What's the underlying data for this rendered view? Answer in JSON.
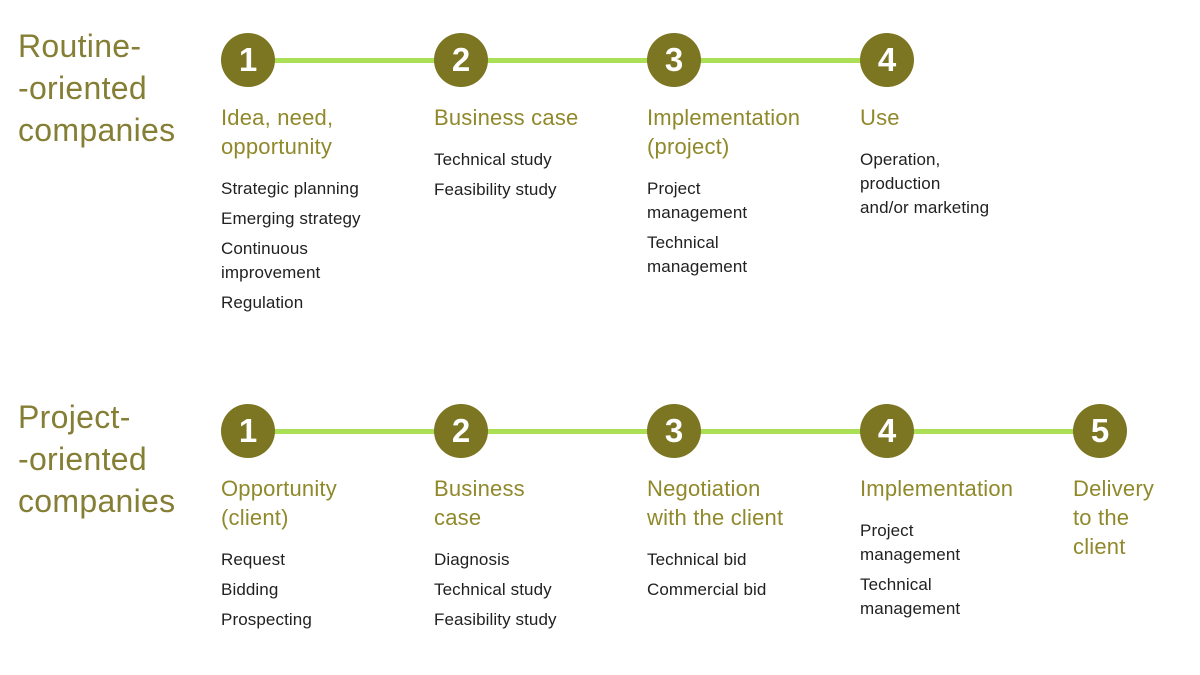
{
  "palette": {
    "circle": "#7c7522",
    "line": "#abdf56",
    "heading": "#90892b",
    "label": "#857e35",
    "item": "#212121",
    "number": "#ffffff",
    "bg": "#ffffff"
  },
  "rows": [
    {
      "label": "Routine-\n-oriented\ncompanies",
      "steps": [
        {
          "number": "1",
          "title": "Idea, need,\nopportunity",
          "items": [
            "Strategic planning",
            "Emerging strategy",
            "Continuous\nimprovement",
            "Regulation"
          ]
        },
        {
          "number": "2",
          "title": "Business case",
          "items": [
            "Technical study",
            "Feasibility study"
          ]
        },
        {
          "number": "3",
          "title": "Implementation\n(project)",
          "items": [
            "Project\nmanagement",
            "Technical\nmanagement"
          ]
        },
        {
          "number": "4",
          "title": "Use",
          "items": [
            "Operation,\nproduction\nand/or marketing"
          ]
        }
      ]
    },
    {
      "label": "Project-\n-oriented\ncompanies",
      "steps": [
        {
          "number": "1",
          "title": "Opportunity\n(client)",
          "items": [
            "Request",
            "Bidding",
            "Prospecting"
          ]
        },
        {
          "number": "2",
          "title": "Business\ncase",
          "items": [
            "Diagnosis",
            "Technical study",
            "Feasibility study"
          ]
        },
        {
          "number": "3",
          "title": "Negotiation\nwith the client",
          "items": [
            "Technical bid",
            "Commercial bid"
          ]
        },
        {
          "number": "4",
          "title": "Implementation",
          "items": [
            "Project\nmanagement",
            "Technical\nmanagement"
          ]
        },
        {
          "number": "5",
          "title": "Delivery\nto the\nclient",
          "items": []
        }
      ]
    }
  ]
}
